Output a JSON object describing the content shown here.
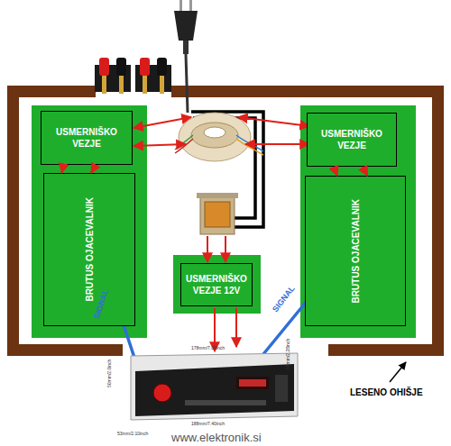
{
  "diagram": {
    "nodes": [
      {
        "text": [
          "USMERNIŠKO VEZJE"
        ]
      },
      {
        "text": [
          "USMERNIŠKO VEZJE"
        ]
      },
      {
        "text": [
          "BRUTUS OJACEVALNIK"
        ]
      },
      {
        "text": [
          "BRUTUS OJACEVALNIK"
        ]
      },
      {
        "text": [
          "USMERNIŠKO VEZJE 12V"
        ]
      }
    ],
    "edges": [
      {
        "from": 0,
        "to": 2,
        "arrow": "to"
      },
      {
        "from": 0,
        "to": 2,
        "arrow": "to"
      },
      {
        "from": 1,
        "to": 3,
        "arrow": "to"
      },
      {
        "from": 1,
        "to": 3,
        "arrow": "to"
      }
    ],
    "labels": [
      "SIGNAL",
      "SIGNAL",
      "LESENO OHIŠJE",
      "www.elektronik.si",
      "178mm/7.00inch",
      "188mm/7.40inch",
      "50mm/2.0inch",
      "58mm/2.28inch",
      "53mm/2.10inch"
    ]
  }
}
